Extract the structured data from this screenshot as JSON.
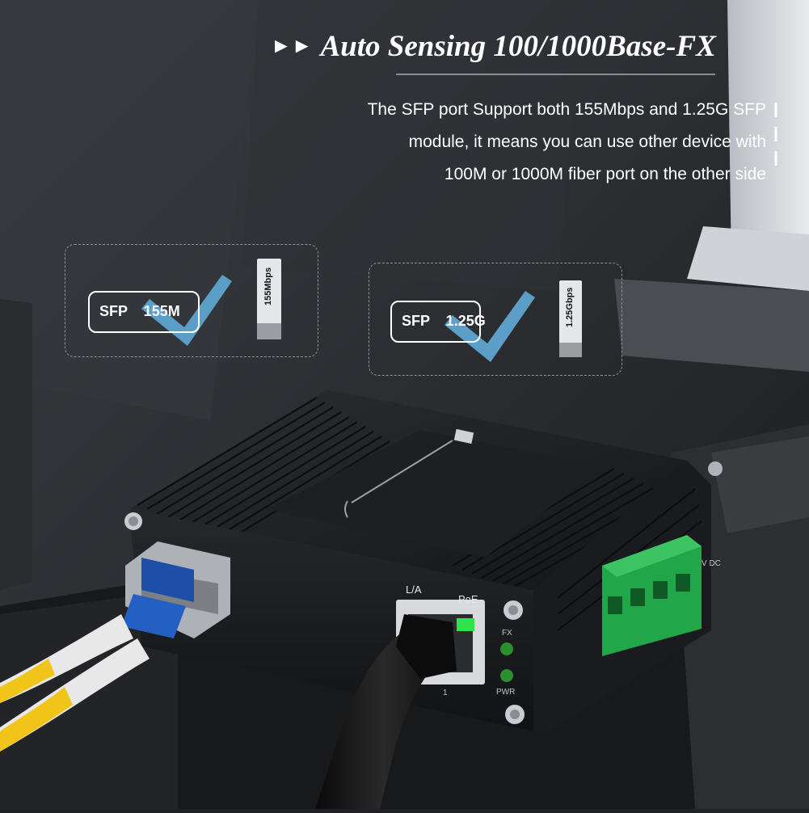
{
  "headline": {
    "arrows": "►►",
    "title": "Auto Sensing 100/1000Base-FX"
  },
  "description": [
    "The SFP port Support both 155Mbps and 1.25G SFP",
    "module, it means you can use other device with",
    "100M or 1000M fiber port on the other side"
  ],
  "sfp_options": [
    {
      "label": "SFP    155M",
      "module_text": "155Mbps"
    },
    {
      "label": "SFP    1.25G",
      "module_text": "1.25Gbps"
    }
  ],
  "device": {
    "port_label": "L/A",
    "poe_label": "PoE",
    "fx_label": "FX",
    "pwr_label": "PWR",
    "port_number": "1",
    "dc_label": "V DC"
  },
  "colors": {
    "check": "#5b9fc9",
    "terminal": "#22a64a",
    "fiber_yellow": "#f0c419",
    "lc_blue": "#1d4fa8",
    "led_green": "#2a8f2e"
  },
  "icons": [
    "checkmark-icon",
    "sfp-module-icon",
    "wifi-wave-icon"
  ]
}
